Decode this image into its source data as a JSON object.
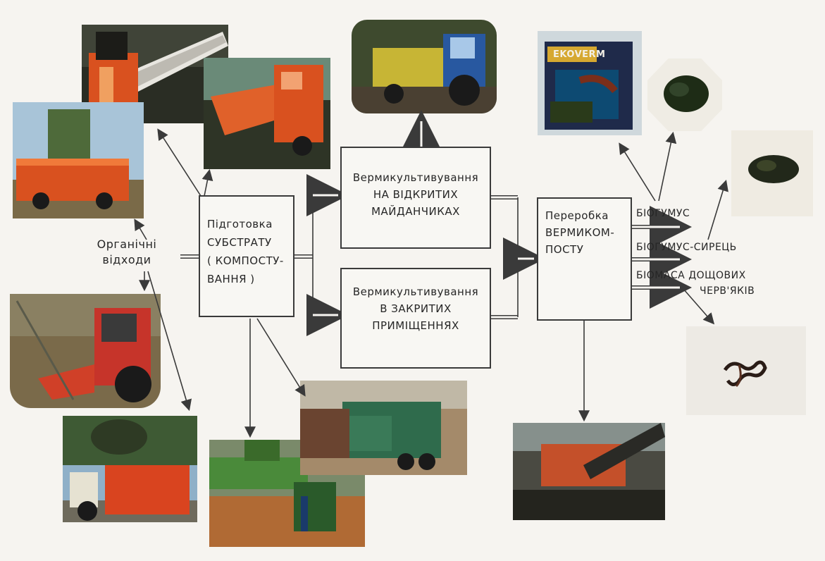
{
  "source_label": "Органічні\nвідходи",
  "boxes": {
    "substrate": "Підготовка\nСУБСТРАТУ\n( КОМПОСТУ-\nВАННЯ )",
    "open": "Вермикультивування\nНА ВІДКРИТИХ\nМАЙДАНЧИКАХ",
    "closed": "Вермикультивування\nВ ЗАКРИТИХ\nПРИМІЩЕННЯХ",
    "processing": "Переробка\nВЕРМИКОМ-\nПОСТУ"
  },
  "outputs": {
    "biohumus": "БІОГУМУС",
    "raw": "БІОГУМУС-СИРЕЦЬ",
    "biomass_line1": "БІОМАСА ДОЩОВИХ",
    "biomass_line2": "ЧЕРВ'ЯКІВ"
  },
  "package_logo": "EKOVERM",
  "colors": {
    "machine_orange": "#d9511f",
    "machine_green": "#2f6b4c",
    "line": "#3a3a3a",
    "humus": "#1e2c16"
  }
}
